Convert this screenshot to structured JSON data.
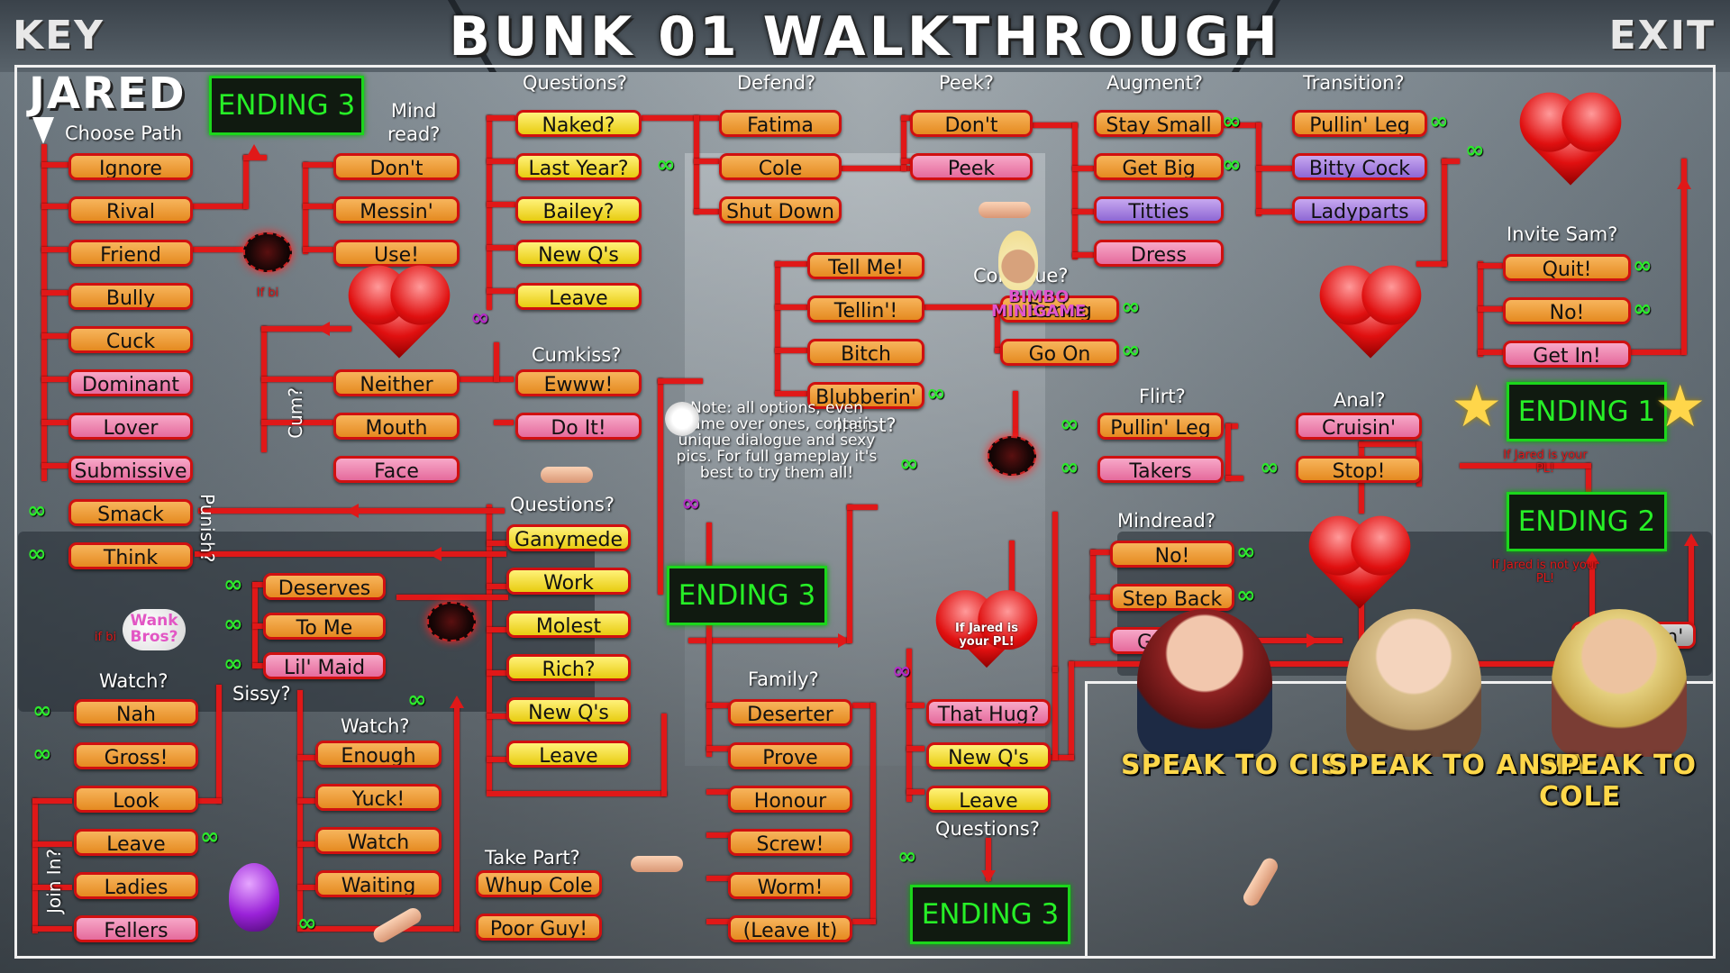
{
  "header": {
    "title": "BUNK 01 WALKTHROUGH",
    "key": "KEY",
    "exit": "EXIT"
  },
  "jared": "JARED",
  "labels": {
    "choose_path": "Choose Path",
    "mind_read": "Mind\nread?",
    "questions1": "Questions?",
    "defend": "Defend?",
    "peek": "Peek?",
    "augment": "Augment?",
    "transition": "Transition?",
    "continue": "Continue?",
    "insist": "Insist?",
    "cumkiss": "Cumkiss?",
    "cum": "Cum?",
    "punish": "Punish?",
    "questions2": "Questions?",
    "flirt": "Flirt?",
    "anal": "Anal?",
    "invite_sam": "Invite Sam?",
    "mindread": "Mindread?",
    "watch1": "Watch?",
    "sissy": "Sissy?",
    "watch2": "Watch?",
    "take_part": "Take Part?",
    "join_in": "Join In?",
    "family": "Family?",
    "questions3": "Questions?"
  },
  "options": {
    "choose": [
      "Ignore",
      "Rival",
      "Friend",
      "Bully",
      "Cuck",
      "Dominant",
      "Lover",
      "Submissive"
    ],
    "mind": [
      "Don't",
      "Messin'",
      "Use!"
    ],
    "questions1": [
      "Naked?",
      "Last Year?",
      "Bailey?",
      "New Q's",
      "Leave"
    ],
    "defend": [
      "Fatima",
      "Cole",
      "Shut Down"
    ],
    "peek": [
      "Don't",
      "Peek"
    ],
    "augment": [
      "Stay Small",
      "Get Big",
      "Titties",
      "Dress"
    ],
    "transition": [
      "Pullin' Leg",
      "Bitty Cock",
      "Ladyparts"
    ],
    "tell": [
      "Tell Me!",
      "Tellin'!",
      "Bitch",
      "Blubberin'"
    ],
    "continue": [
      "Boring",
      "Go On"
    ],
    "cum": [
      "Neither",
      "Mouth",
      "Face"
    ],
    "cumkiss": [
      "Ewww!",
      "Do It!"
    ],
    "punish": [
      "Smack",
      "Think"
    ],
    "questions2": [
      "Ganymede",
      "Work",
      "Molest",
      "Rich?",
      "New Q's",
      "Leave"
    ],
    "flirt": [
      "Pullin' Leg",
      "Takers"
    ],
    "anal": [
      "Cruisin'",
      "Stop!"
    ],
    "invite": [
      "Quit!",
      "No!",
      "Get In!"
    ],
    "mindread": [
      "No!",
      "Step Back",
      "Got To!"
    ],
    "sissy": [
      "Deserves",
      "To Me",
      "Lil' Maid"
    ],
    "watch1": [
      "Nah",
      "Gross!",
      "Look",
      "Leave",
      "Ladies",
      "Fellers"
    ],
    "watch2": [
      "Enough",
      "Yuck!",
      "Watch",
      "Waiting"
    ],
    "take_part": [
      "Whup Cole",
      "Poor Guy!"
    ],
    "family": [
      "Deserter",
      "Prove",
      "Honour",
      "Screw!",
      "Worm!",
      "(Leave It)"
    ],
    "hug": [
      "That Hug?",
      "New Q's",
      "Leave"
    ],
    "wonderin": "Wonderin'"
  },
  "endings": {
    "e3a": "ENDING 3",
    "e3b": "ENDING 3",
    "e3c": "ENDING 3",
    "e1": "ENDING 1",
    "e2": "ENDING 2"
  },
  "notes": {
    "main": "Note: all options, even game over ones, contain unique dialogue and sexy pics. For full gameplay it's best to try them all!",
    "e1": "If Jared is your PL!",
    "e2": "If Jared is not your PL!",
    "heart": "If Jared is your PL!",
    "bimbo": "BIMBO\nMINIGAME",
    "wank": "Wank\nBros?",
    "bi": "If bi",
    "fbi": "if bi"
  },
  "speak": [
    "SPEAK TO CIS",
    "SPEAK TO ANNA",
    "SPEAK TO COLE"
  ]
}
